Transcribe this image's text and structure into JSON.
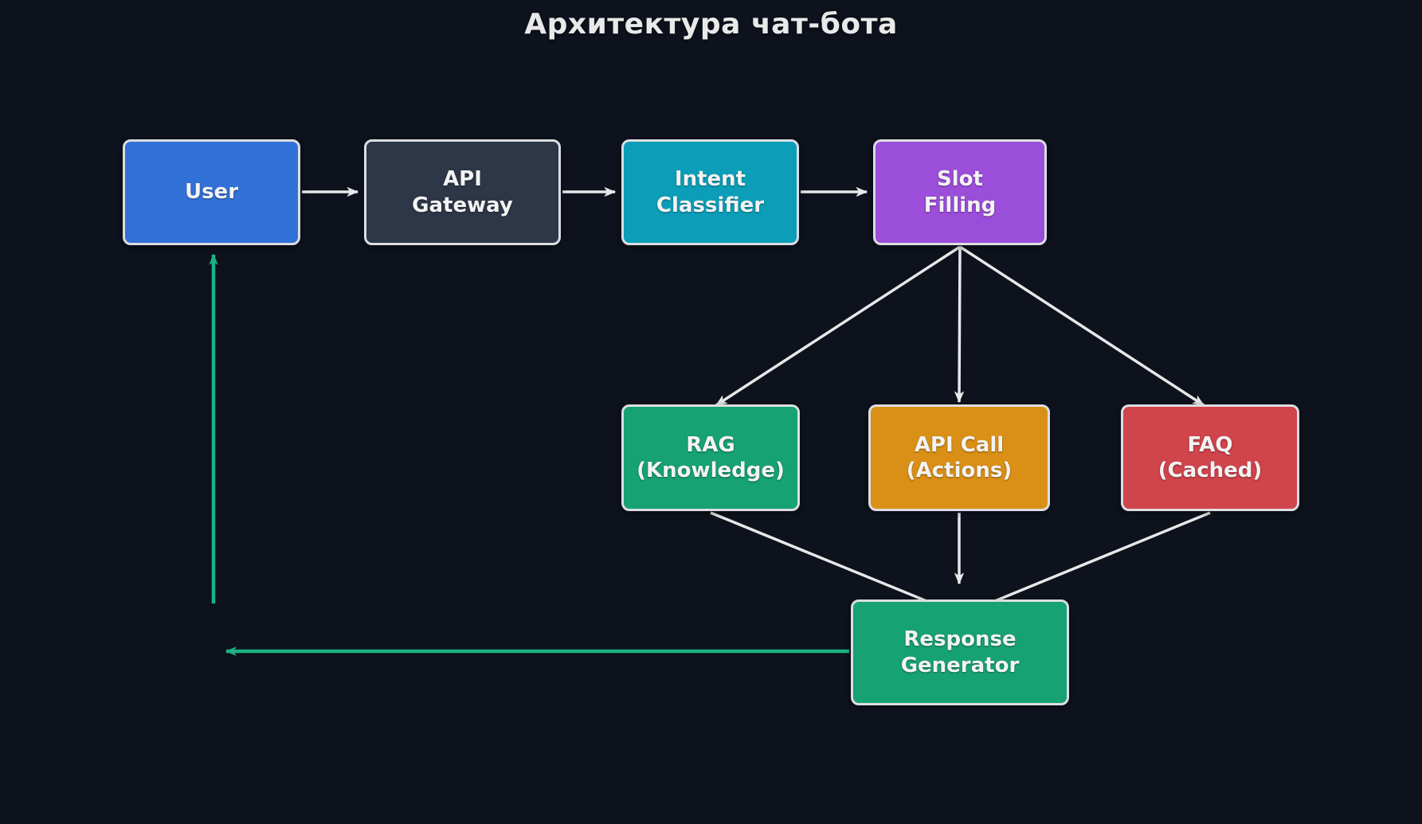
{
  "title": "Архитектура чат-бота",
  "colors": {
    "background": "#0d121d",
    "title_text": "#e9e9e9",
    "node_text": "#f3f3f3",
    "node_border": "#dcdde2",
    "flow_arrow": "#e8e8e8",
    "feedback_arrow": "#1db283"
  },
  "nodes": {
    "user": {
      "label": "User",
      "color": "#3271d7"
    },
    "api_gateway": {
      "label": "API\nGateway",
      "color": "#2d3748"
    },
    "intent_classifier": {
      "label": "Intent\nClassifier",
      "color": "#0c9eb8"
    },
    "slot_filling": {
      "label": "Slot\nFilling",
      "color": "#9b4ed9"
    },
    "rag": {
      "label": "RAG\n(Knowledge)",
      "color": "#17a273"
    },
    "api_call": {
      "label": "API Call\n(Actions)",
      "color": "#da9016"
    },
    "faq": {
      "label": "FAQ\n(Cached)",
      "color": "#d0444c"
    },
    "response_generator": {
      "label": "Response\nGenerator",
      "color": "#17a273"
    }
  },
  "edges": [
    {
      "from": "User",
      "to": "API Gateway",
      "type": "flow"
    },
    {
      "from": "API Gateway",
      "to": "Intent Classifier",
      "type": "flow"
    },
    {
      "from": "Intent Classifier",
      "to": "Slot Filling",
      "type": "flow"
    },
    {
      "from": "Slot Filling",
      "to": "RAG (Knowledge)",
      "type": "flow"
    },
    {
      "from": "Slot Filling",
      "to": "API Call (Actions)",
      "type": "flow"
    },
    {
      "from": "Slot Filling",
      "to": "FAQ (Cached)",
      "type": "flow"
    },
    {
      "from": "RAG (Knowledge)",
      "to": "Response Generator",
      "type": "flow"
    },
    {
      "from": "API Call (Actions)",
      "to": "Response Generator",
      "type": "flow"
    },
    {
      "from": "FAQ (Cached)",
      "to": "Response Generator",
      "type": "flow"
    },
    {
      "from": "Response Generator",
      "to": "User",
      "type": "feedback"
    }
  ]
}
